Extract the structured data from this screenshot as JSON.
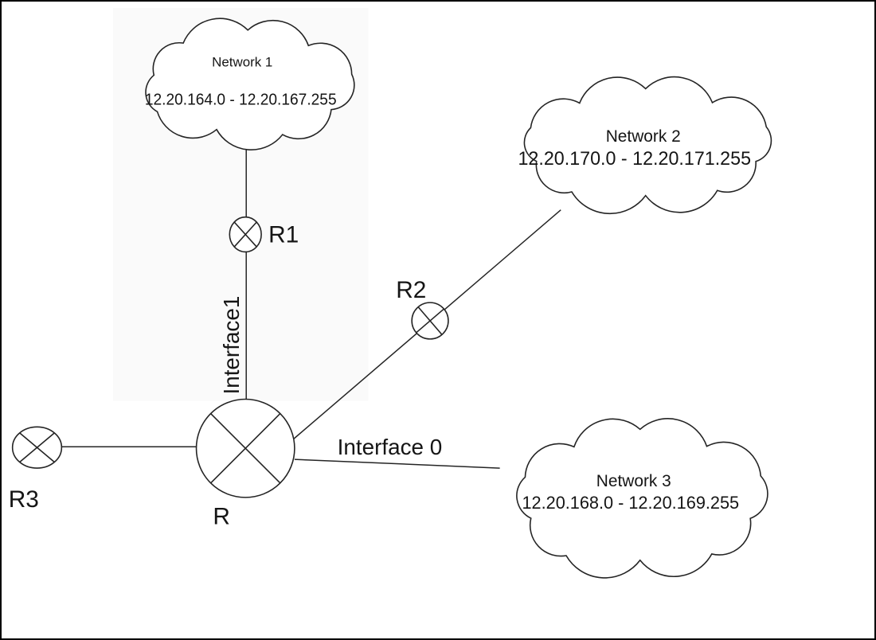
{
  "diagram": {
    "type": "network-topology",
    "networks": [
      {
        "name": "Network 1",
        "range": "12.20.164.0 - 12.20.167.255"
      },
      {
        "name": "Network 2",
        "range": "12.20.170.0 - 12.20.171.255"
      },
      {
        "name": "Network 3",
        "range": "12.20.168.0 - 12.20.169.255"
      }
    ],
    "routers": {
      "r": "R",
      "r1": "R1",
      "r2": "R2",
      "r3": "R3"
    },
    "interfaces": {
      "interface0": "Interface 0",
      "interface1": "Interface1"
    },
    "symbols": {
      "router": "circle-x-router-icon",
      "network": "cloud-icon"
    },
    "colors": {
      "stroke": "#242424",
      "text": "#151515",
      "background": "#ffffff",
      "frame": "#000000"
    }
  }
}
